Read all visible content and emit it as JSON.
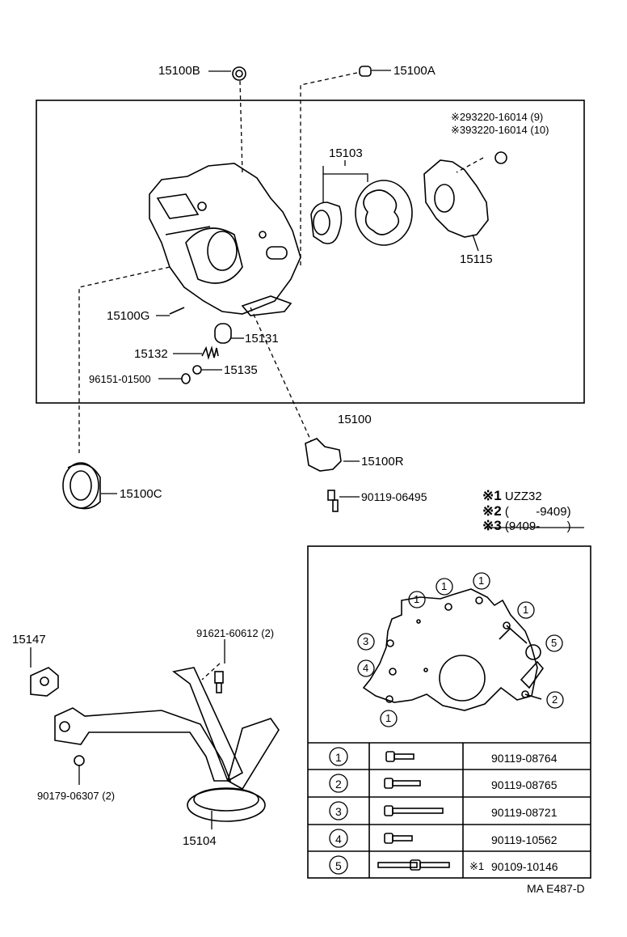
{
  "parts": {
    "p15100B": "15100B",
    "p15100A": "15100A",
    "note_line1_mark": "※2",
    "note_line1_part": "93220-16014 (9)",
    "note_line2_mark": "※3",
    "note_line2_part": "93220-16014 (10)",
    "p15103": "15103",
    "p15115": "15115",
    "p15100G": "15100G",
    "p15131": "15131",
    "p15132": "15132",
    "p15135": "15135",
    "p96151": "96151-01500",
    "p15100": "15100",
    "p15100R": "15100R",
    "p15100C": "15100C",
    "p90119_06495": "90119-06495",
    "p15147": "15147",
    "p91621": "91621-60612 (2)",
    "p90179": "90179-06307 (2)",
    "p15104": "15104"
  },
  "legend": [
    {
      "mark": "※1",
      "text": "UZZ32"
    },
    {
      "mark": "※2",
      "text": "(        -9409)"
    },
    {
      "mark": "※3",
      "text": "(9409-        )"
    }
  ],
  "bolt_diagram": {
    "circle_labels": [
      "1",
      "1",
      "1",
      "1",
      "3",
      "5",
      "4",
      "2",
      "1"
    ]
  },
  "bolt_table": [
    {
      "num": "1",
      "note": "",
      "part": "90119-08764"
    },
    {
      "num": "2",
      "note": "",
      "part": "90119-08765"
    },
    {
      "num": "3",
      "note": "",
      "part": "90119-08721"
    },
    {
      "num": "4",
      "note": "",
      "part": "90119-10562"
    },
    {
      "num": "5",
      "note": "※1",
      "part": "90109-10146"
    }
  ],
  "figure_code": "MA E487-D"
}
